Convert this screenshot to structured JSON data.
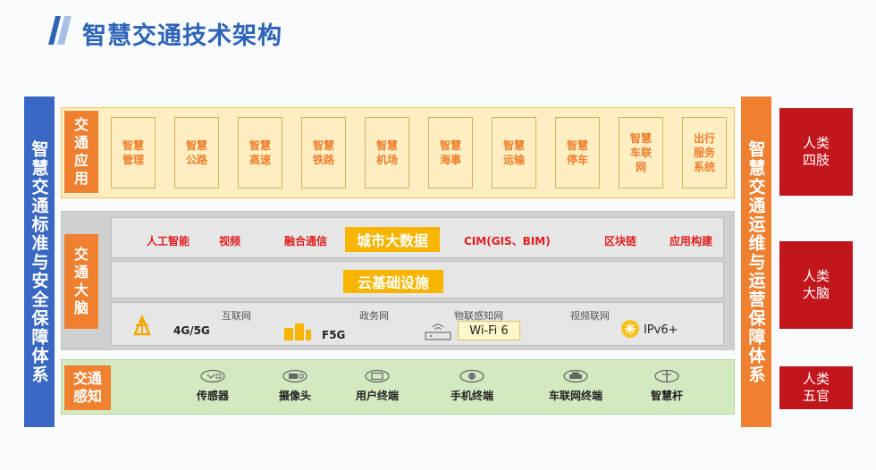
{
  "title": "智慧交通技术架构",
  "colors": {
    "title_blue": "#2d64b8",
    "left_bar_blue": "#3868c3",
    "orange": "#ee8030",
    "red": "#c0161c",
    "gold": "#f7b500",
    "label_red": "#e02020"
  },
  "left_bar": "智慧交通标准与安全保障体系",
  "right_bar": "智慧交通运维与运营保障体系",
  "right_boxes": [
    {
      "lines": [
        "人类",
        "四肢"
      ]
    },
    {
      "lines": [
        "人类",
        "大脑"
      ]
    },
    {
      "lines": [
        "人类",
        "五官"
      ]
    }
  ],
  "app_layer": {
    "tag": [
      "交",
      "通",
      "应",
      "用"
    ],
    "items": [
      {
        "lines": [
          "智慧",
          "管理"
        ]
      },
      {
        "lines": [
          "智慧",
          "公路"
        ]
      },
      {
        "lines": [
          "智慧",
          "高速"
        ]
      },
      {
        "lines": [
          "智慧",
          "铁路"
        ]
      },
      {
        "lines": [
          "智慧",
          "机场"
        ]
      },
      {
        "lines": [
          "智慧",
          "海事"
        ]
      },
      {
        "lines": [
          "智慧",
          "运输"
        ]
      },
      {
        "lines": [
          "智慧",
          "停车"
        ]
      },
      {
        "lines": [
          "智慧",
          "车联",
          "网"
        ]
      },
      {
        "lines": [
          "出行",
          "服务",
          "系统"
        ]
      }
    ]
  },
  "brain_layer": {
    "tag": [
      "交",
      "通",
      "大",
      "脑"
    ],
    "tech_labels": [
      "人工智能",
      "视频",
      "融合通信",
      "CIM(GIS、BIM)",
      "区块链",
      "应用构建"
    ],
    "big_data": "城市大数据",
    "cloud": "云基础设施",
    "network_labels": [
      "互联网",
      "政务网",
      "物联感知网",
      "视频联网"
    ],
    "network_items": [
      "4G/5G",
      "F5G",
      "Wi-Fi 6",
      "IPv6+"
    ]
  },
  "sense_layer": {
    "tag": [
      "交通",
      "感知"
    ],
    "items": [
      {
        "label": "传感器",
        "icon": "sensor-icon"
      },
      {
        "label": "摄像头",
        "icon": "camera-icon"
      },
      {
        "label": "用户终端",
        "icon": "user-terminal-icon"
      },
      {
        "label": "手机终端",
        "icon": "phone-icon"
      },
      {
        "label": "车联网终端",
        "icon": "car-icon"
      },
      {
        "label": "智慧杆",
        "icon": "smart-pole-icon"
      }
    ]
  }
}
